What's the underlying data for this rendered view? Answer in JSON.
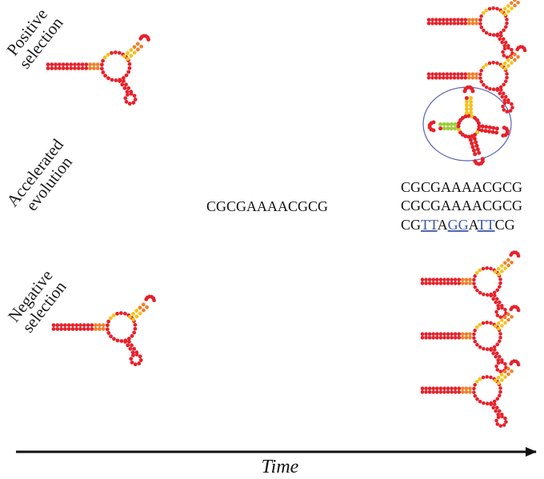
{
  "labels": {
    "positive": [
      "Positive",
      "selection"
    ],
    "accelerated": [
      "Accelerated",
      "evolution"
    ],
    "negative": [
      "Negative",
      "selection"
    ],
    "time": "Time"
  },
  "sequences": {
    "ancestral": "CGCGAAAACGCG",
    "descendants": [
      [
        {
          "t": "CGCGAAAACGCG",
          "mut": false
        }
      ],
      [
        {
          "t": "CGCGAAAACGCG",
          "mut": false
        }
      ],
      [
        {
          "t": "CG",
          "mut": false
        },
        {
          "t": "TT",
          "mut": true
        },
        {
          "t": "A",
          "mut": false
        },
        {
          "t": "GG",
          "mut": true
        },
        {
          "t": "A",
          "mut": false
        },
        {
          "t": "TT",
          "mut": true
        },
        {
          "t": "CG",
          "mut": false
        }
      ]
    ]
  },
  "colors": {
    "nucleotide": "#e8202a",
    "stem_end": "#f07f2a",
    "paired": "#f4c21e",
    "mutated_base": "#9ccd3a",
    "highlight_ring": "#5b63b4",
    "mutation_text": "#3d57a6",
    "arrow": "#111111"
  },
  "structures": {
    "icon": "rna-hairpin-structure",
    "positive_ancestor": 1,
    "positive_descendants": 3,
    "highlighted_descendant": "positive-descendant-3",
    "negative_ancestor": 1,
    "negative_descendants": 3
  }
}
